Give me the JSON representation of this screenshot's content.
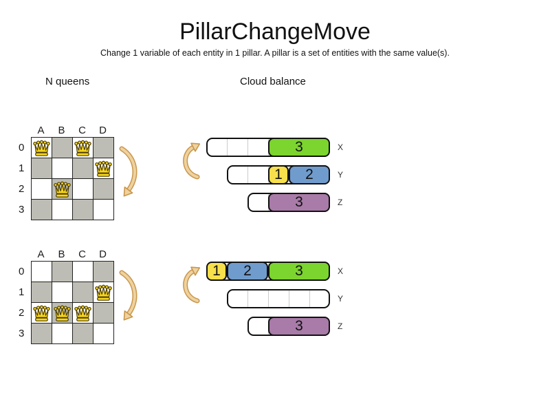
{
  "title": "PillarChangeMove",
  "subtitle": "Change 1 variable of each entity in 1 pillar. A pillar is a set of entities with the same value(s).",
  "sections": {
    "left_label": "N queens",
    "right_label": "Cloud balance"
  },
  "colors": {
    "board_gray": "#bdbdb5",
    "green": "#7cd42e",
    "yellow": "#f7e04b",
    "blue": "#709ccd",
    "purple": "#a87ba8",
    "arrow_fill": "#eed2a0",
    "arrow_stroke": "#c9964a",
    "queen_gold": "#f6d51f"
  },
  "boards": [
    {
      "name": "before",
      "columns": [
        "A",
        "B",
        "C",
        "D"
      ],
      "rows": [
        "0",
        "1",
        "2",
        "3"
      ],
      "queens": [
        [
          0,
          0
        ],
        [
          0,
          2
        ],
        [
          1,
          3
        ],
        [
          2,
          1
        ]
      ]
    },
    {
      "name": "after",
      "columns": [
        "A",
        "B",
        "C",
        "D"
      ],
      "rows": [
        "0",
        "1",
        "2",
        "3"
      ],
      "queens": [
        [
          1,
          3
        ],
        [
          2,
          0
        ],
        [
          2,
          1
        ],
        [
          2,
          2
        ]
      ]
    }
  ],
  "cloud_states": [
    {
      "name": "before",
      "bars": [
        {
          "label": "X",
          "capacity": 6,
          "blocks": [
            {
              "value": "3",
              "size": 3,
              "offset": 3,
              "color": "green"
            }
          ]
        },
        {
          "label": "Y",
          "capacity": 5,
          "blocks": [
            {
              "value": "1",
              "size": 1,
              "offset": 2,
              "color": "yellow"
            },
            {
              "value": "2",
              "size": 2,
              "offset": 3,
              "color": "blue"
            }
          ]
        },
        {
          "label": "Z",
          "capacity": 4,
          "blocks": [
            {
              "value": "3",
              "size": 3,
              "offset": 1,
              "color": "purple"
            }
          ]
        }
      ]
    },
    {
      "name": "after",
      "bars": [
        {
          "label": "X",
          "capacity": 6,
          "blocks": [
            {
              "value": "1",
              "size": 1,
              "offset": 0,
              "color": "yellow"
            },
            {
              "value": "2",
              "size": 2,
              "offset": 1,
              "color": "blue"
            },
            {
              "value": "3",
              "size": 3,
              "offset": 3,
              "color": "green"
            }
          ]
        },
        {
          "label": "Y",
          "capacity": 5,
          "blocks": []
        },
        {
          "label": "Z",
          "capacity": 4,
          "blocks": [
            {
              "value": "3",
              "size": 3,
              "offset": 1,
              "color": "purple"
            }
          ]
        }
      ]
    }
  ]
}
